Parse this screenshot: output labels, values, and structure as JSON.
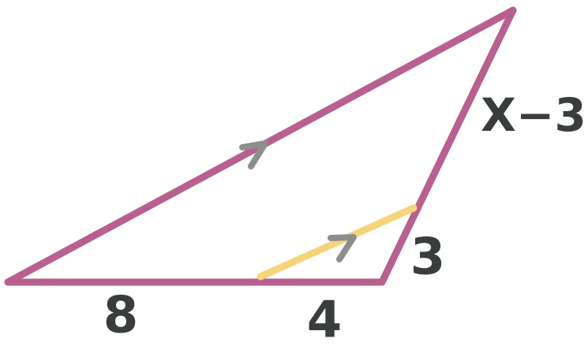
{
  "colors": {
    "triangle": "#b8608f",
    "parallel_segment": "#f4d57a",
    "arrow": "#8e8e8e",
    "label": "#3a3d3d"
  },
  "labels": {
    "segment_8": "8",
    "segment_4": "4",
    "segment_3": "3",
    "segment_x_minus_3": "X−3"
  },
  "icons": {
    "parallel_marks": "arrow-chevron-right"
  }
}
